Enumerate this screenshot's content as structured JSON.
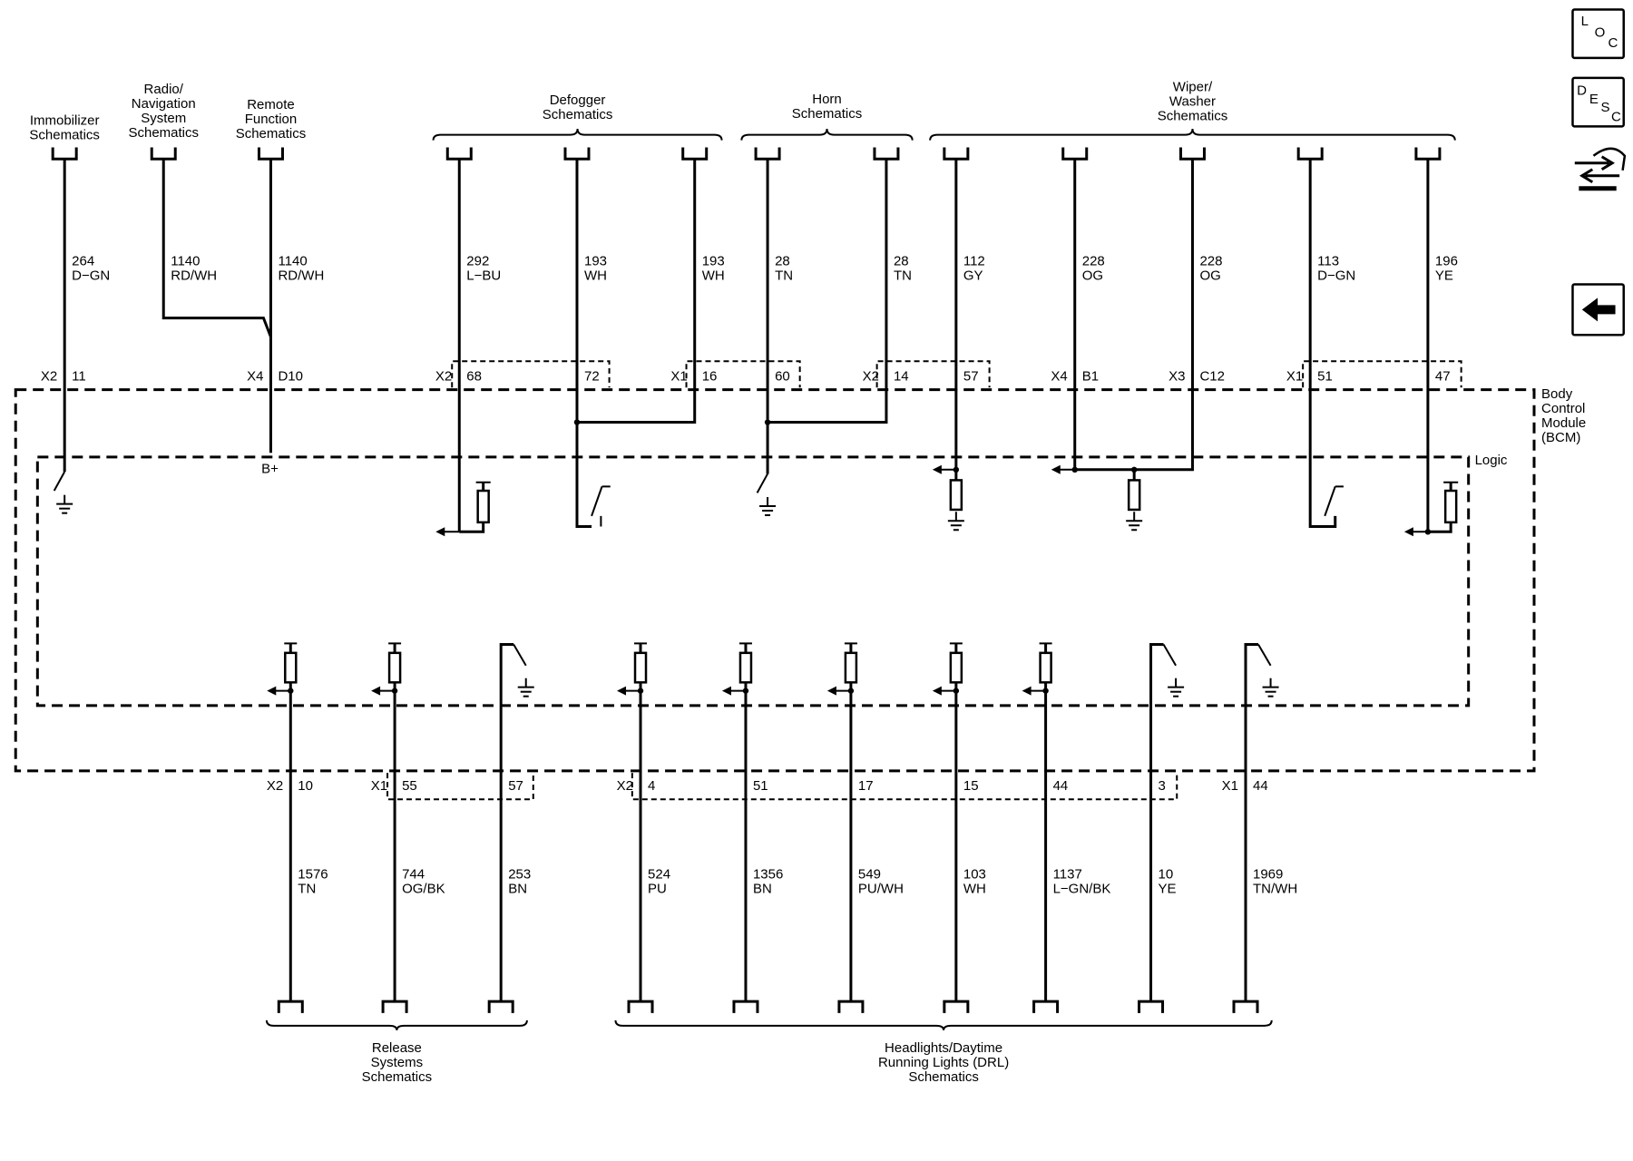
{
  "top_groups": [
    {
      "id": "immob",
      "label": [
        "Immobilizer",
        "Schematics"
      ]
    },
    {
      "id": "radio",
      "label": [
        "Radio/",
        "Navigation",
        "System",
        "Schematics"
      ]
    },
    {
      "id": "remote",
      "label": [
        "Remote",
        "Function",
        "Schematics"
      ]
    },
    {
      "id": "defog",
      "label": [
        "Defogger",
        "Schematics"
      ]
    },
    {
      "id": "horn",
      "label": [
        "Horn",
        "Schematics"
      ]
    },
    {
      "id": "wiper",
      "label": [
        "Wiper/",
        "Washer",
        "Schematics"
      ]
    }
  ],
  "bottom_groups": [
    {
      "id": "release",
      "label": [
        "Release",
        "Systems",
        "Schematics"
      ]
    },
    {
      "id": "headlights",
      "label": [
        "Headlights/Daytime",
        "Running Lights (DRL)",
        "Schematics"
      ]
    }
  ],
  "module": {
    "name": [
      "Body",
      "Control",
      "Module",
      "(BCM)"
    ],
    "logic": "Logic",
    "bplus": "B+"
  },
  "top_circuits": [
    {
      "circuit": "264",
      "color": "D−GN",
      "connector": "X2",
      "pin": "11"
    },
    {
      "circuit": "1140",
      "color": "RD/WH",
      "connector": "",
      "pin": ""
    },
    {
      "circuit": "1140",
      "color": "RD/WH",
      "connector": "X4",
      "pin": "D10"
    },
    {
      "circuit": "292",
      "color": "L−BU",
      "connector": "X2",
      "pin": "68"
    },
    {
      "circuit": "193",
      "color": "WH",
      "connector": "",
      "pin": "72"
    },
    {
      "circuit": "193",
      "color": "WH",
      "connector": "X1",
      "pin": "16"
    },
    {
      "circuit": "28",
      "color": "TN",
      "connector": "",
      "pin": "60"
    },
    {
      "circuit": "28",
      "color": "TN",
      "connector": "X2",
      "pin": "14"
    },
    {
      "circuit": "112",
      "color": "GY",
      "connector": "",
      "pin": "57"
    },
    {
      "circuit": "228",
      "color": "OG",
      "connector": "X4",
      "pin": "B1"
    },
    {
      "circuit": "228",
      "color": "OG",
      "connector": "X3",
      "pin": "C12"
    },
    {
      "circuit": "113",
      "color": "D−GN",
      "connector": "X1",
      "pin": "51"
    },
    {
      "circuit": "196",
      "color": "YE",
      "connector": "",
      "pin": "47"
    }
  ],
  "bottom_circuits": [
    {
      "circuit": "1576",
      "color": "TN",
      "connector": "X2",
      "pin": "10"
    },
    {
      "circuit": "744",
      "color": "OG/BK",
      "connector": "X1",
      "pin": "55"
    },
    {
      "circuit": "253",
      "color": "BN",
      "connector": "",
      "pin": "57"
    },
    {
      "circuit": "524",
      "color": "PU",
      "connector": "X2",
      "pin": "4"
    },
    {
      "circuit": "1356",
      "color": "BN",
      "connector": "",
      "pin": "51"
    },
    {
      "circuit": "549",
      "color": "PU/WH",
      "connector": "",
      "pin": "17"
    },
    {
      "circuit": "103",
      "color": "WH",
      "connector": "",
      "pin": "15"
    },
    {
      "circuit": "1137",
      "color": "L−GN/BK",
      "connector": "",
      "pin": "44"
    },
    {
      "circuit": "10",
      "color": "YE",
      "connector": "",
      "pin": "3"
    },
    {
      "circuit": "1969",
      "color": "TN/WH",
      "connector": "X1",
      "pin": "44"
    }
  ],
  "sidebar": [
    {
      "id": "loc",
      "letters": [
        "L",
        "O",
        "C"
      ],
      "icon": "loc-icon"
    },
    {
      "id": "desc",
      "letters": [
        "D",
        "E",
        "S",
        "C"
      ],
      "icon": "desc-icon"
    },
    {
      "id": "connector",
      "icon": "connector-tool-icon"
    },
    {
      "id": "back",
      "icon": "back-arrow-icon"
    }
  ]
}
